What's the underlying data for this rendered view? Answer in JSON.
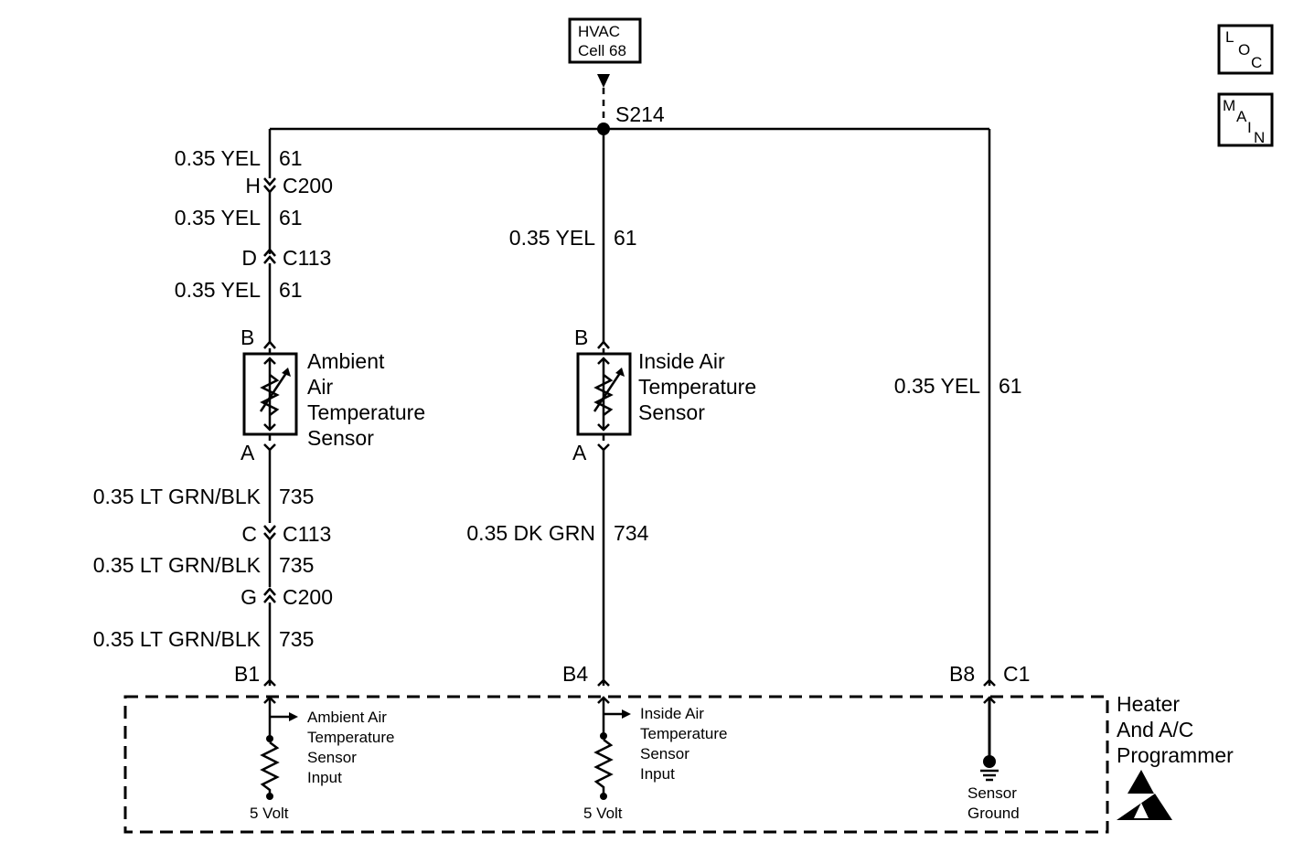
{
  "hvac_ref": {
    "line1": "HVAC",
    "line2": "Cell 68"
  },
  "nav_buttons": {
    "loc": [
      "L",
      "O",
      "C"
    ],
    "main": [
      "M",
      "A",
      "I",
      "N"
    ]
  },
  "splice": "S214",
  "left_branch": {
    "wire_top": {
      "color": "0.35 YEL",
      "circuit": "61"
    },
    "conn1": {
      "pin": "H",
      "name": "C200"
    },
    "wire_mid": {
      "color": "0.35 YEL",
      "circuit": "61"
    },
    "conn2": {
      "pin": "D",
      "name": "C113"
    },
    "wire_low": {
      "color": "0.35 YEL",
      "circuit": "61"
    },
    "sensor_pin_top": "B",
    "sensor_pin_bottom": "A",
    "sensor_name": [
      "Ambient",
      "Air",
      "Temperature",
      "Sensor"
    ],
    "wire_b1": {
      "color": "0.35 LT GRN/BLK",
      "circuit": "735"
    },
    "conn3": {
      "pin": "C",
      "name": "C113"
    },
    "wire_b2": {
      "color": "0.35 LT GRN/BLK",
      "circuit": "735"
    },
    "conn4": {
      "pin": "G",
      "name": "C200"
    },
    "wire_b3": {
      "color": "0.35 LT GRN/BLK",
      "circuit": "735"
    },
    "module_pin": "B1"
  },
  "middle_branch": {
    "wire_top": {
      "color": "0.35 YEL",
      "circuit": "61"
    },
    "sensor_pin_top": "B",
    "sensor_pin_bottom": "A",
    "sensor_name": [
      "Inside Air",
      "Temperature",
      "Sensor"
    ],
    "wire_bottom": {
      "color": "0.35 DK GRN",
      "circuit": "734"
    },
    "module_pin": "B4"
  },
  "right_branch": {
    "wire": {
      "color": "0.35 YEL",
      "circuit": "61"
    },
    "module_pin": "B8",
    "module_connector": "C1"
  },
  "module": {
    "name": [
      "Heater",
      "And A/C",
      "Programmer"
    ],
    "ambient_input": [
      "Ambient Air",
      "Temperature",
      "Sensor",
      "Input"
    ],
    "inside_input": [
      "Inside Air",
      "Temperature",
      "Sensor",
      "Input"
    ],
    "volt_left": "5 Volt",
    "volt_mid": "5 Volt",
    "ground": [
      "Sensor",
      "Ground"
    ]
  }
}
